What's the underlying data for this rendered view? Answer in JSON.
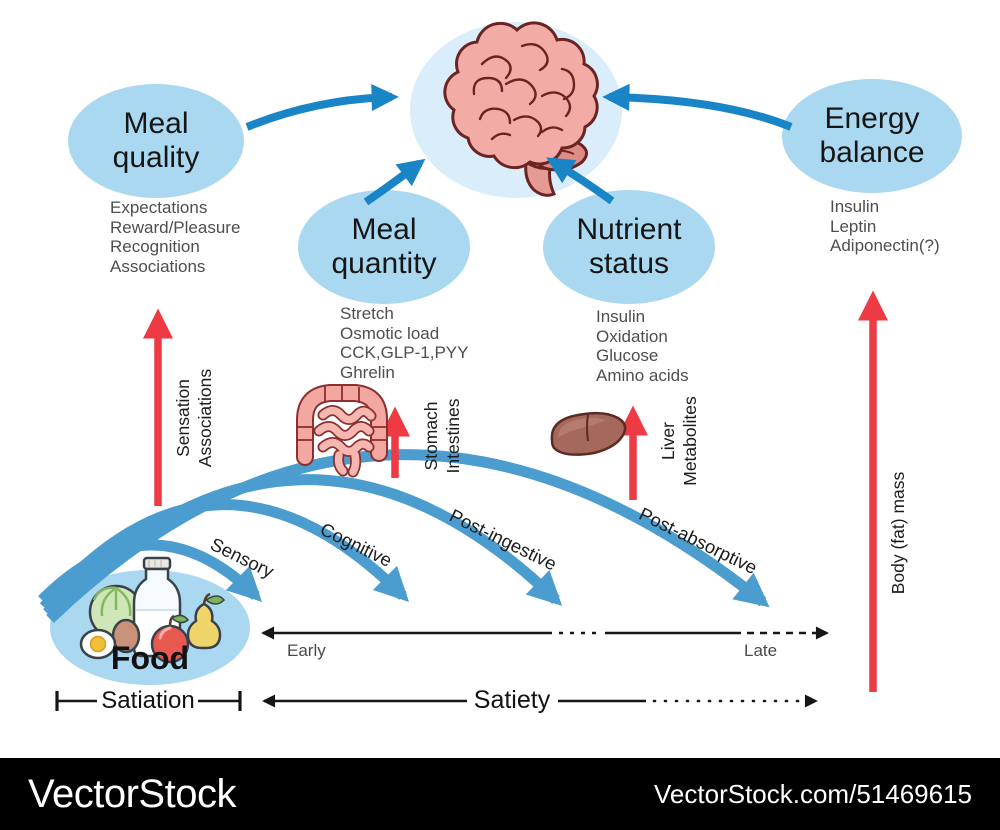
{
  "nodes": {
    "meal_quality": {
      "label": "Meal quality",
      "items": [
        "Expectations",
        "Reward/Pleasure",
        "Recognition",
        "Associations"
      ]
    },
    "meal_quantity": {
      "label": "Meal quantity",
      "items": [
        "Stretch",
        "Osmotic load",
        "CCK,GLP-1,PYY",
        "Ghrelin"
      ]
    },
    "nutrient_status": {
      "label": "Nutrient status",
      "items": [
        "Insulin",
        "Oxidation",
        "Glucose",
        "Amino acids"
      ]
    },
    "energy_balance": {
      "label": "Energy balance",
      "items": [
        "Insulin",
        "Leptin",
        "Adiponectin(?)"
      ]
    },
    "food": {
      "label": "Food"
    }
  },
  "red_arrows": {
    "sensation": {
      "line1": "Sensation",
      "line2": "Associations"
    },
    "stomach": {
      "line1": "Stomach",
      "line2": "Intestines"
    },
    "liver": {
      "line1": "Liver",
      "line2": "Metabolites"
    },
    "body": {
      "line1": "Body (fat) mass"
    }
  },
  "phase_labels": {
    "sensory": "Sensory",
    "cognitive": "Cognitive",
    "post_ingestive": "Post-ingestive",
    "post_absorptive": "Post-absorptive"
  },
  "timeline": {
    "early": "Early",
    "late": "Late",
    "satiation": "Satiation",
    "satiety": "Satiety"
  },
  "footer": {
    "brand": "VectorStock",
    "ref": "VectorStock.com/51469615"
  },
  "icons": {
    "brain": "brain-illustration",
    "intestines": "intestines-illustration",
    "liver": "liver-illustration",
    "food": "food-still-life-illustration"
  },
  "colors": {
    "node_fill": "#a9d8f0",
    "halo_fill": "#d9eefa",
    "arrow_blue": "#1a85c6",
    "arc_blue": "#4c9dcf",
    "arrow_red": "#ee3a42",
    "list_text": "#4e4e50",
    "footer_bg": "#000000"
  }
}
